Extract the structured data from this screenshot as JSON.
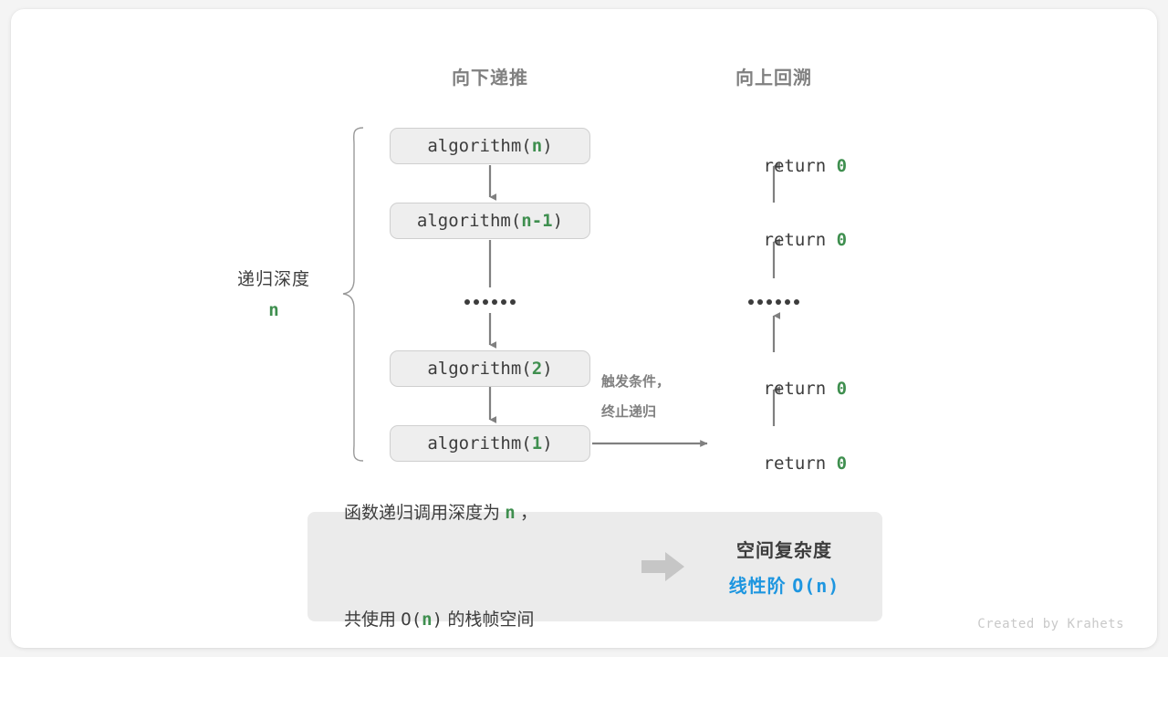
{
  "headers": {
    "down": "向下递推",
    "up": "向上回溯"
  },
  "depth": {
    "label": "递归深度",
    "value": "n"
  },
  "call_stack": [
    {
      "prefix": "algorithm(",
      "arg": "n",
      "suffix": ")"
    },
    {
      "prefix": "algorithm(",
      "arg": "n-1",
      "suffix": ")"
    },
    {
      "prefix": "algorithm(",
      "arg": "2",
      "suffix": ")"
    },
    {
      "prefix": "algorithm(",
      "arg": "1",
      "suffix": ")"
    }
  ],
  "returns": [
    {
      "keyword": "return ",
      "value": "0"
    },
    {
      "keyword": "return ",
      "value": "0"
    },
    {
      "keyword": "return ",
      "value": "0"
    },
    {
      "keyword": "return ",
      "value": "0"
    }
  ],
  "ellipsis_dots": 6,
  "terminate_note": {
    "line1": "触发条件，",
    "line2": "终止递归"
  },
  "summary": {
    "left_line1_a": "函数递归调用深度为 ",
    "left_line1_n": "n",
    "left_line1_b": " ，",
    "left_line2_a": "共使用 ",
    "left_line2_o": "O(",
    "left_line2_n": "n",
    "left_line2_c": ")",
    "left_line2_b": " 的栈帧空间",
    "arrow": "right-block-arrow",
    "right_title": "空间复杂度",
    "right_value_a": "线性阶 ",
    "right_value_b": "O(n)"
  },
  "credit": "Created by Krahets",
  "colors": {
    "green": "#3f8f4f",
    "blue": "#1e96e0",
    "gray_text": "#3c3c3c",
    "muted": "#808080",
    "box_fill": "#eeeeee",
    "box_border": "#cfcfcf",
    "panel_fill": "#ebebeb",
    "arrow": "#808080"
  }
}
